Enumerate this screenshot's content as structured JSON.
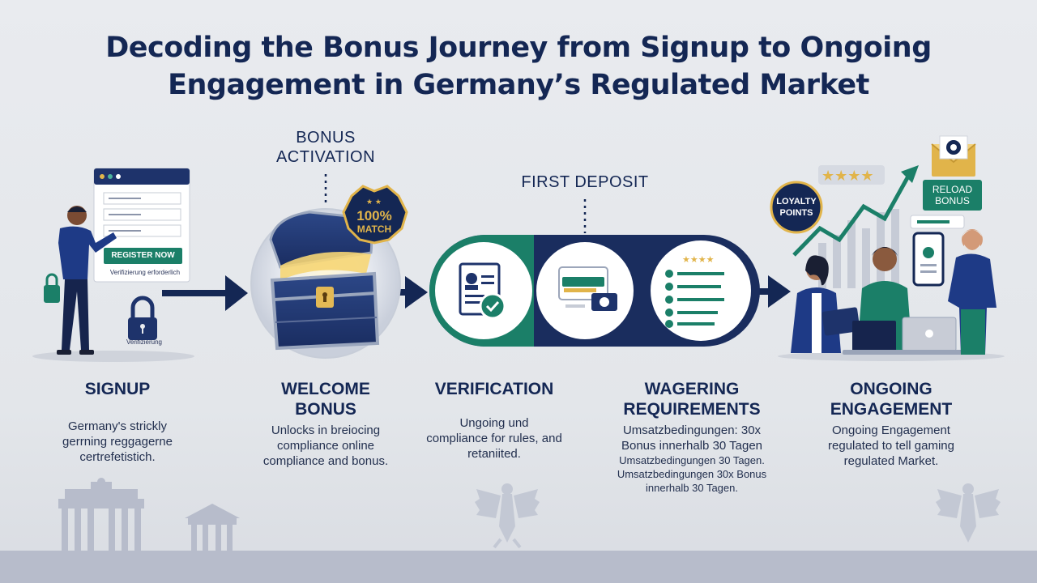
{
  "title_line1": "Decoding the Bonus Journey from Signup to Ongoing",
  "title_line2": "Engagement in Germany’s Regulated Market",
  "annotations": {
    "bonus_activation_1": "BONUS",
    "bonus_activation_2": "ACTIVATION",
    "first_deposit": "FIRST DEPOSIT",
    "badge_line1": "100%",
    "badge_line2": "MATCH"
  },
  "signup_form": {
    "register_button": "REGISTER NOW",
    "form_note": "Verifizierung erforderlich",
    "lock_label": "Verifizierung"
  },
  "engagement_labels": {
    "loyalty_1": "LOYALTY",
    "loyalty_2": "POINTS",
    "reload_1": "RELOAD",
    "reload_2": "BONUS"
  },
  "steps": [
    {
      "title1": "SIGNUP",
      "title2": "",
      "desc": [
        "Germany's strickly",
        "gerrning reggagerne",
        "certrefetistich."
      ]
    },
    {
      "title1": "WELCOME",
      "title2": "BONUS",
      "desc": [
        "Unlocks in breiocing",
        "compliance online",
        "compliance and bonus."
      ]
    },
    {
      "title1": "VERIFICATION",
      "title2": "",
      "desc": [
        "Ungoing und",
        "compliance for rules, and",
        "retaniited."
      ]
    },
    {
      "title1": "WAGERING",
      "title2": "REQUIREMENTS",
      "desc": [
        "Umsatzbedingungen: 30x",
        "Bonus innerhalb 30 Tagen"
      ],
      "desc_small": [
        "Umsatzbedingungen 30 Tagen.",
        "Umsatzbedingungen 30x Bonus",
        "innerhalb 30 Tagen."
      ]
    },
    {
      "title1": "ONGOING",
      "title2": "ENGAGEMENT",
      "desc": [
        "Ongoing Engagement",
        "regulated to tell gaming",
        "regulated Market."
      ]
    }
  ],
  "colors": {
    "navy": "#17295a",
    "teal": "#17806a",
    "gold": "#e1b44a",
    "background": "#e6e8ec"
  }
}
